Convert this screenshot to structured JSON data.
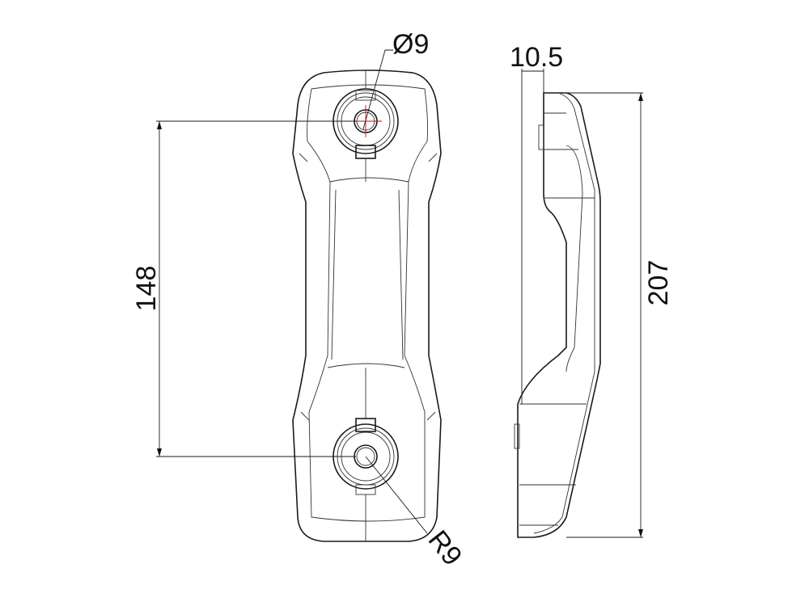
{
  "drawing": {
    "dimensions": {
      "hole_diameter": "Ø9",
      "thickness": "10.5",
      "overall_length": "207",
      "hole_spacing": "148",
      "radius": "R9"
    },
    "colors": {
      "line": "#1a1a1a",
      "centerline": "#e00000"
    }
  }
}
